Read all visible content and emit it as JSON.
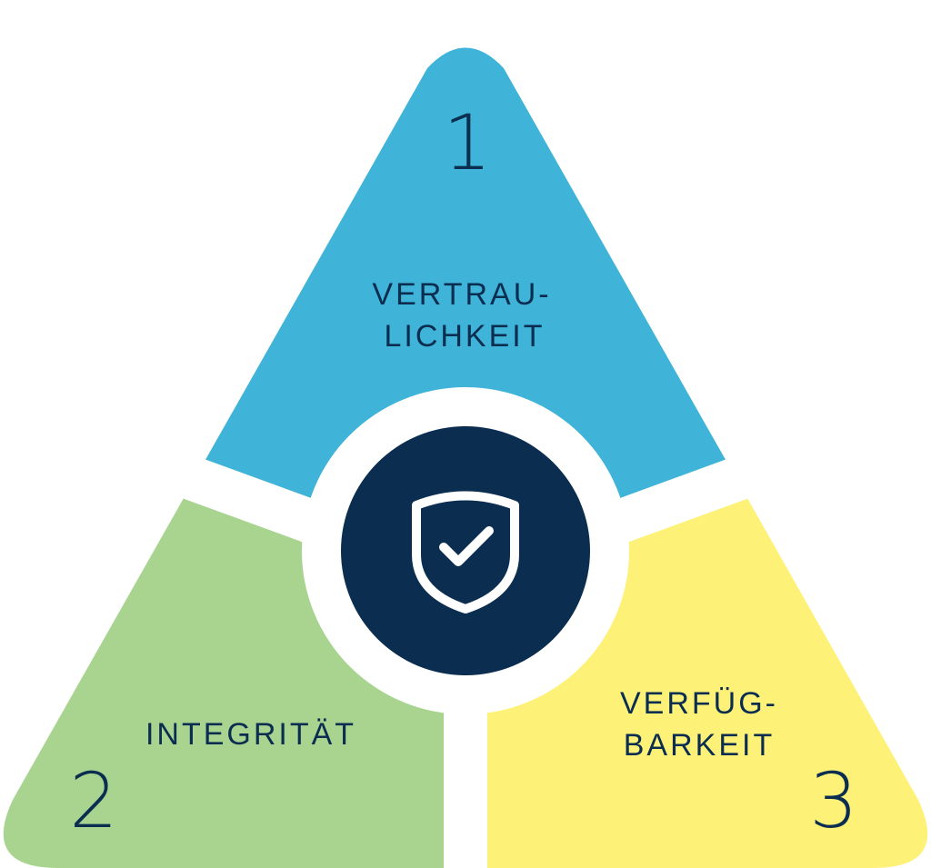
{
  "title": "Schutzziele der Informationssicherheit",
  "colors": {
    "confidentiality": "#3fb3d8",
    "integrity": "#a8d490",
    "availability": "#fdf277",
    "center": "#0b2d50",
    "text": "#0b2d50"
  },
  "segments": [
    {
      "number": "1",
      "label_line1": "VERTRAU-",
      "label_line2": "LICHKEIT"
    },
    {
      "number": "2",
      "label_line1": "INTEGRITÄT"
    },
    {
      "number": "3",
      "label_line1": "VERFÜG-",
      "label_line2": "BARKEIT"
    }
  ],
  "center_icon": "shield-check-icon"
}
